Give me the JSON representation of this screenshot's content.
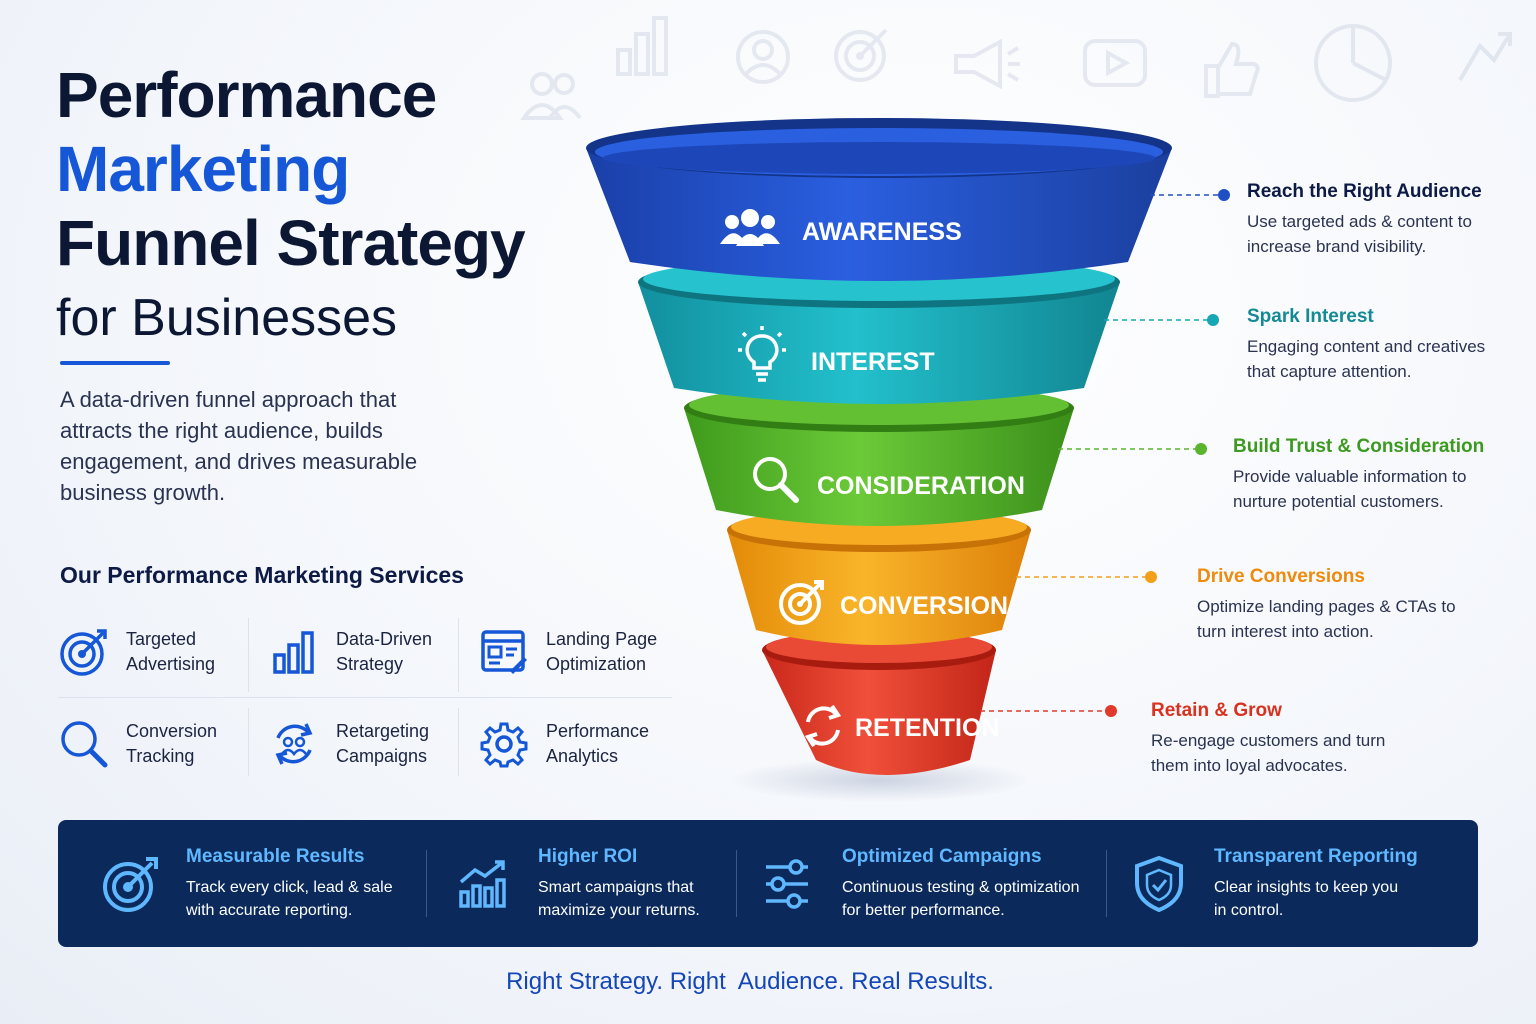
{
  "title": {
    "line1": "Performance",
    "line2": "Marketing",
    "line3": "Funnel Strategy",
    "line4": "for Businesses"
  },
  "intro": "A data-driven funnel approach that attracts the right audience, builds engagement, and drives measurable business growth.",
  "services": {
    "heading": "Our Performance Marketing Services",
    "items": [
      {
        "label": "Targeted\nAdvertising",
        "icon": "target-icon"
      },
      {
        "label": "Data-Driven\nStrategy",
        "icon": "bar-chart-icon"
      },
      {
        "label": "Landing Page\nOptimization",
        "icon": "landing-page-icon"
      },
      {
        "label": "Conversion\nTracking",
        "icon": "magnifier-icon"
      },
      {
        "label": "Retargeting\nCampaigns",
        "icon": "retarget-icon"
      },
      {
        "label": "Performance\nAnalytics",
        "icon": "gear-icon"
      }
    ]
  },
  "funnel": {
    "stages": [
      {
        "label": "AWARENESS",
        "icon": "users-icon",
        "color": "#1f4fc4",
        "heading": "Reach the Right Audience",
        "text": "Use targeted ads & content to increase brand visibility.",
        "heading_color": "#0c1a45"
      },
      {
        "label": "INTEREST",
        "icon": "lightbulb-icon",
        "color": "#17a6b4",
        "heading": "Spark Interest",
        "text": "Engaging content and creatives that capture attention.",
        "heading_color": "#148a95"
      },
      {
        "label": "CONSIDERATION",
        "icon": "magnifier-icon",
        "color": "#5ab52e",
        "heading": "Build Trust & Consideration",
        "text": "Provide valuable information to nurture potential customers.",
        "heading_color": "#3d9a20"
      },
      {
        "label": "CONVERSION",
        "icon": "target-icon",
        "color": "#f2a01a",
        "heading": "Drive Conversions",
        "text": "Optimize landing pages & CTAs to turn interest into action.",
        "heading_color": "#ee8a0c"
      },
      {
        "label": "RETENTION",
        "icon": "refresh-icon",
        "color": "#e23a2a",
        "heading": "Retain & Grow",
        "text": "Re-engage customers and turn them into loyal advocates.",
        "heading_color": "#d8321f"
      }
    ]
  },
  "benefits": [
    {
      "heading": "Measurable Results",
      "text": "Track every click, lead & sale with accurate reporting.",
      "icon": "target-icon"
    },
    {
      "heading": "Higher ROI",
      "text": "Smart campaigns that maximize your returns.",
      "icon": "growth-chart-icon"
    },
    {
      "heading": "Optimized Campaigns",
      "text": "Continuous testing & optimization for better performance.",
      "icon": "sliders-icon"
    },
    {
      "heading": "Transparent Reporting",
      "text": "Clear insights to keep you in control.",
      "icon": "shield-check-icon"
    }
  ],
  "tagline": "Right Strategy. Right  Audience. Real Results."
}
